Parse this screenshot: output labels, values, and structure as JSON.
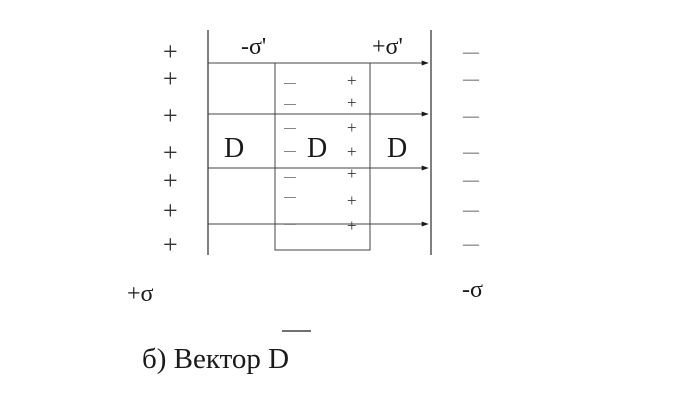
{
  "labels": {
    "top_left_charge": "-σ'",
    "top_right_charge": "+σ'",
    "plate_left_charge": "+σ",
    "plate_right_charge": "-σ",
    "field_symbol": "D",
    "caption_prefix": "б) Вектор ",
    "caption_symbol": "D"
  },
  "signs": {
    "plus": "+",
    "minus": "—"
  },
  "colors": {
    "ink": "#1a1a1a",
    "background": "#ffffff"
  }
}
